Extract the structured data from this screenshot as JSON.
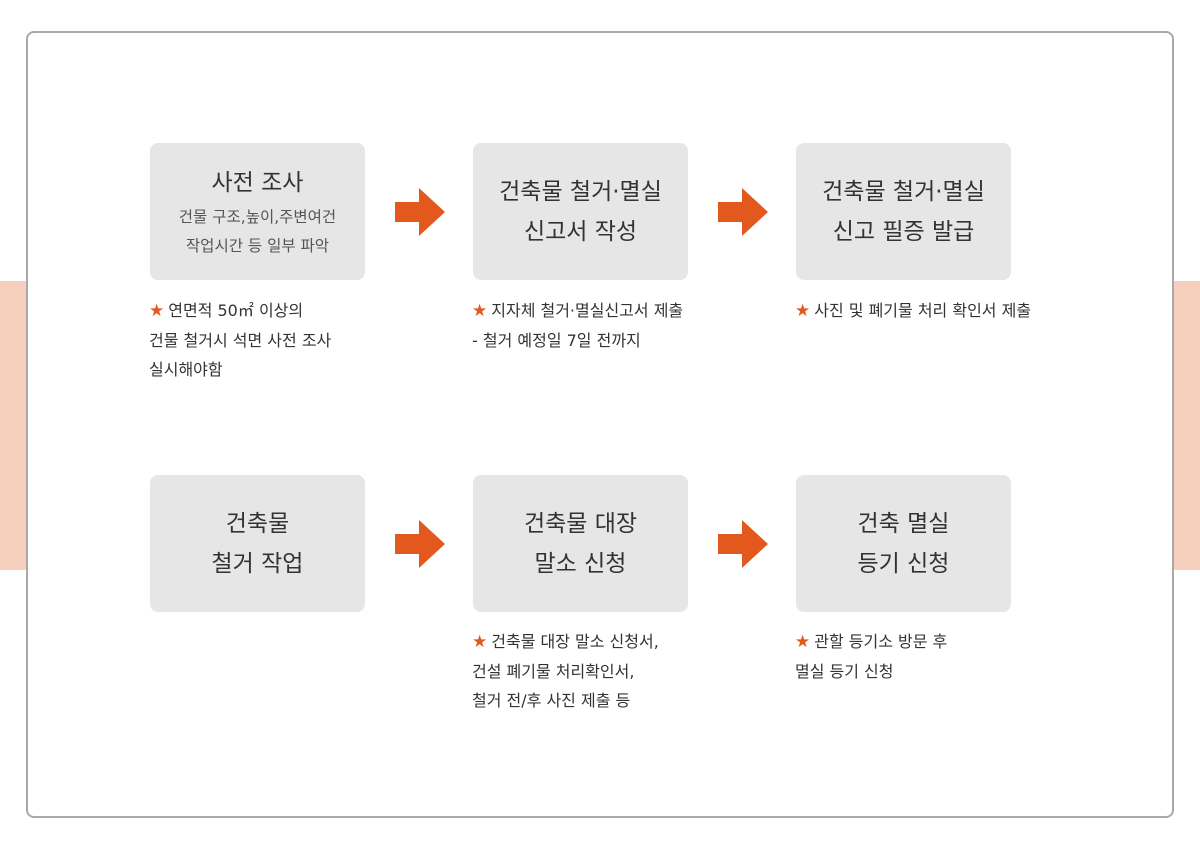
{
  "colors": {
    "accent": "#e2581d",
    "box_bg": "#e6e6e6",
    "side_band": "#f6cfbd",
    "frame_border": "#a9a9a9"
  },
  "star": "★",
  "steps": [
    {
      "title": [
        "사전 조사"
      ],
      "sub": [
        "건물 구조,높이,주변여건",
        "작업시간 등 일부 파악"
      ]
    },
    {
      "title": [
        "건축물 철거·멸실",
        "신고서 작성"
      ]
    },
    {
      "title": [
        "건축물 철거·멸실",
        "신고 필증 발급"
      ]
    },
    {
      "title": [
        "건축물",
        "철거 작업"
      ]
    },
    {
      "title": [
        "건축물 대장",
        "말소 신청"
      ]
    },
    {
      "title": [
        "건축 멸실",
        "등기 신청"
      ]
    }
  ],
  "notes": [
    {
      "lines": [
        "연면적 50㎡ 이상의",
        "건물 철거시 석면 사전 조사",
        "실시해야함"
      ]
    },
    {
      "lines": [
        "지자체 철거·멸실신고서 제출",
        "- 철거 예정일 7일 전까지"
      ]
    },
    {
      "lines": [
        "사진 및 폐기물 처리 확인서 제출"
      ]
    },
    {
      "lines": [
        "건축물 대장 말소 신청서,",
        "건설 폐기물 처리확인서,",
        "철거 전/후 사진 제출 등"
      ]
    },
    {
      "lines": [
        "관할 등기소 방문 후",
        "멸실 등기 신청"
      ]
    }
  ]
}
